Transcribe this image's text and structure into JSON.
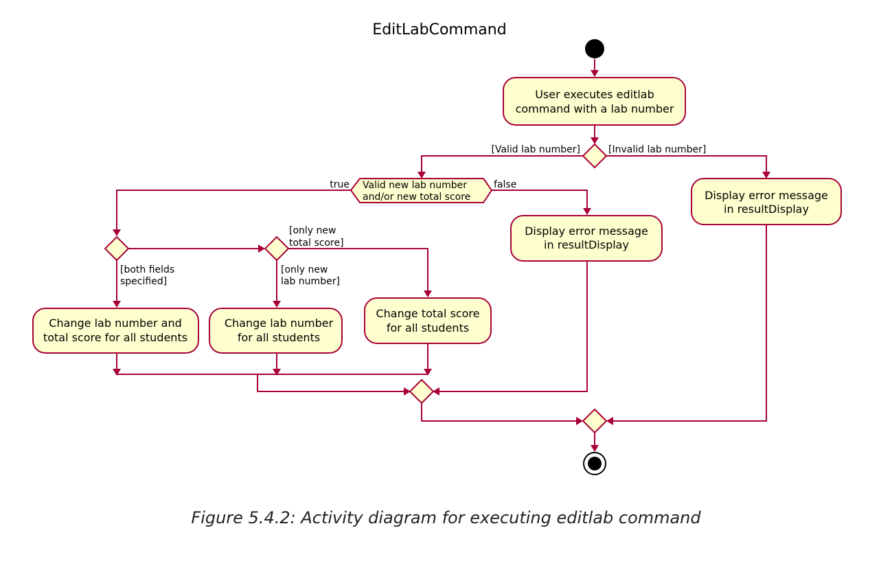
{
  "title": "EditLabCommand",
  "caption": "Figure 5.4.2: Activity diagram for executing editlab command",
  "colors": {
    "stroke": "#A80036",
    "fill": "#FEFECE"
  },
  "nodes": {
    "start_action": [
      "User executes editlab",
      "command with a lab number"
    ],
    "error_invalid": [
      "Display error message",
      "in resultDisplay"
    ],
    "error_no_field": [
      "Display error message",
      "in resultDisplay"
    ],
    "change_both": [
      "Change lab number and",
      "total score for all students"
    ],
    "change_lab": [
      "Change lab number",
      "for all students"
    ],
    "change_score": [
      "Change total score",
      "for all students"
    ]
  },
  "hexagon": [
    "Valid new lab number",
    "and/or new total score"
  ],
  "labels": {
    "valid_lab": "[Valid lab number]",
    "invalid_lab": "[Invalid lab number]",
    "true": "true",
    "false": "false",
    "both_fields": [
      "[both fields",
      "specified]"
    ],
    "only_new_score": [
      "[only new",
      "total score]"
    ],
    "only_new_lab": [
      "[only new",
      "lab number]"
    ]
  }
}
